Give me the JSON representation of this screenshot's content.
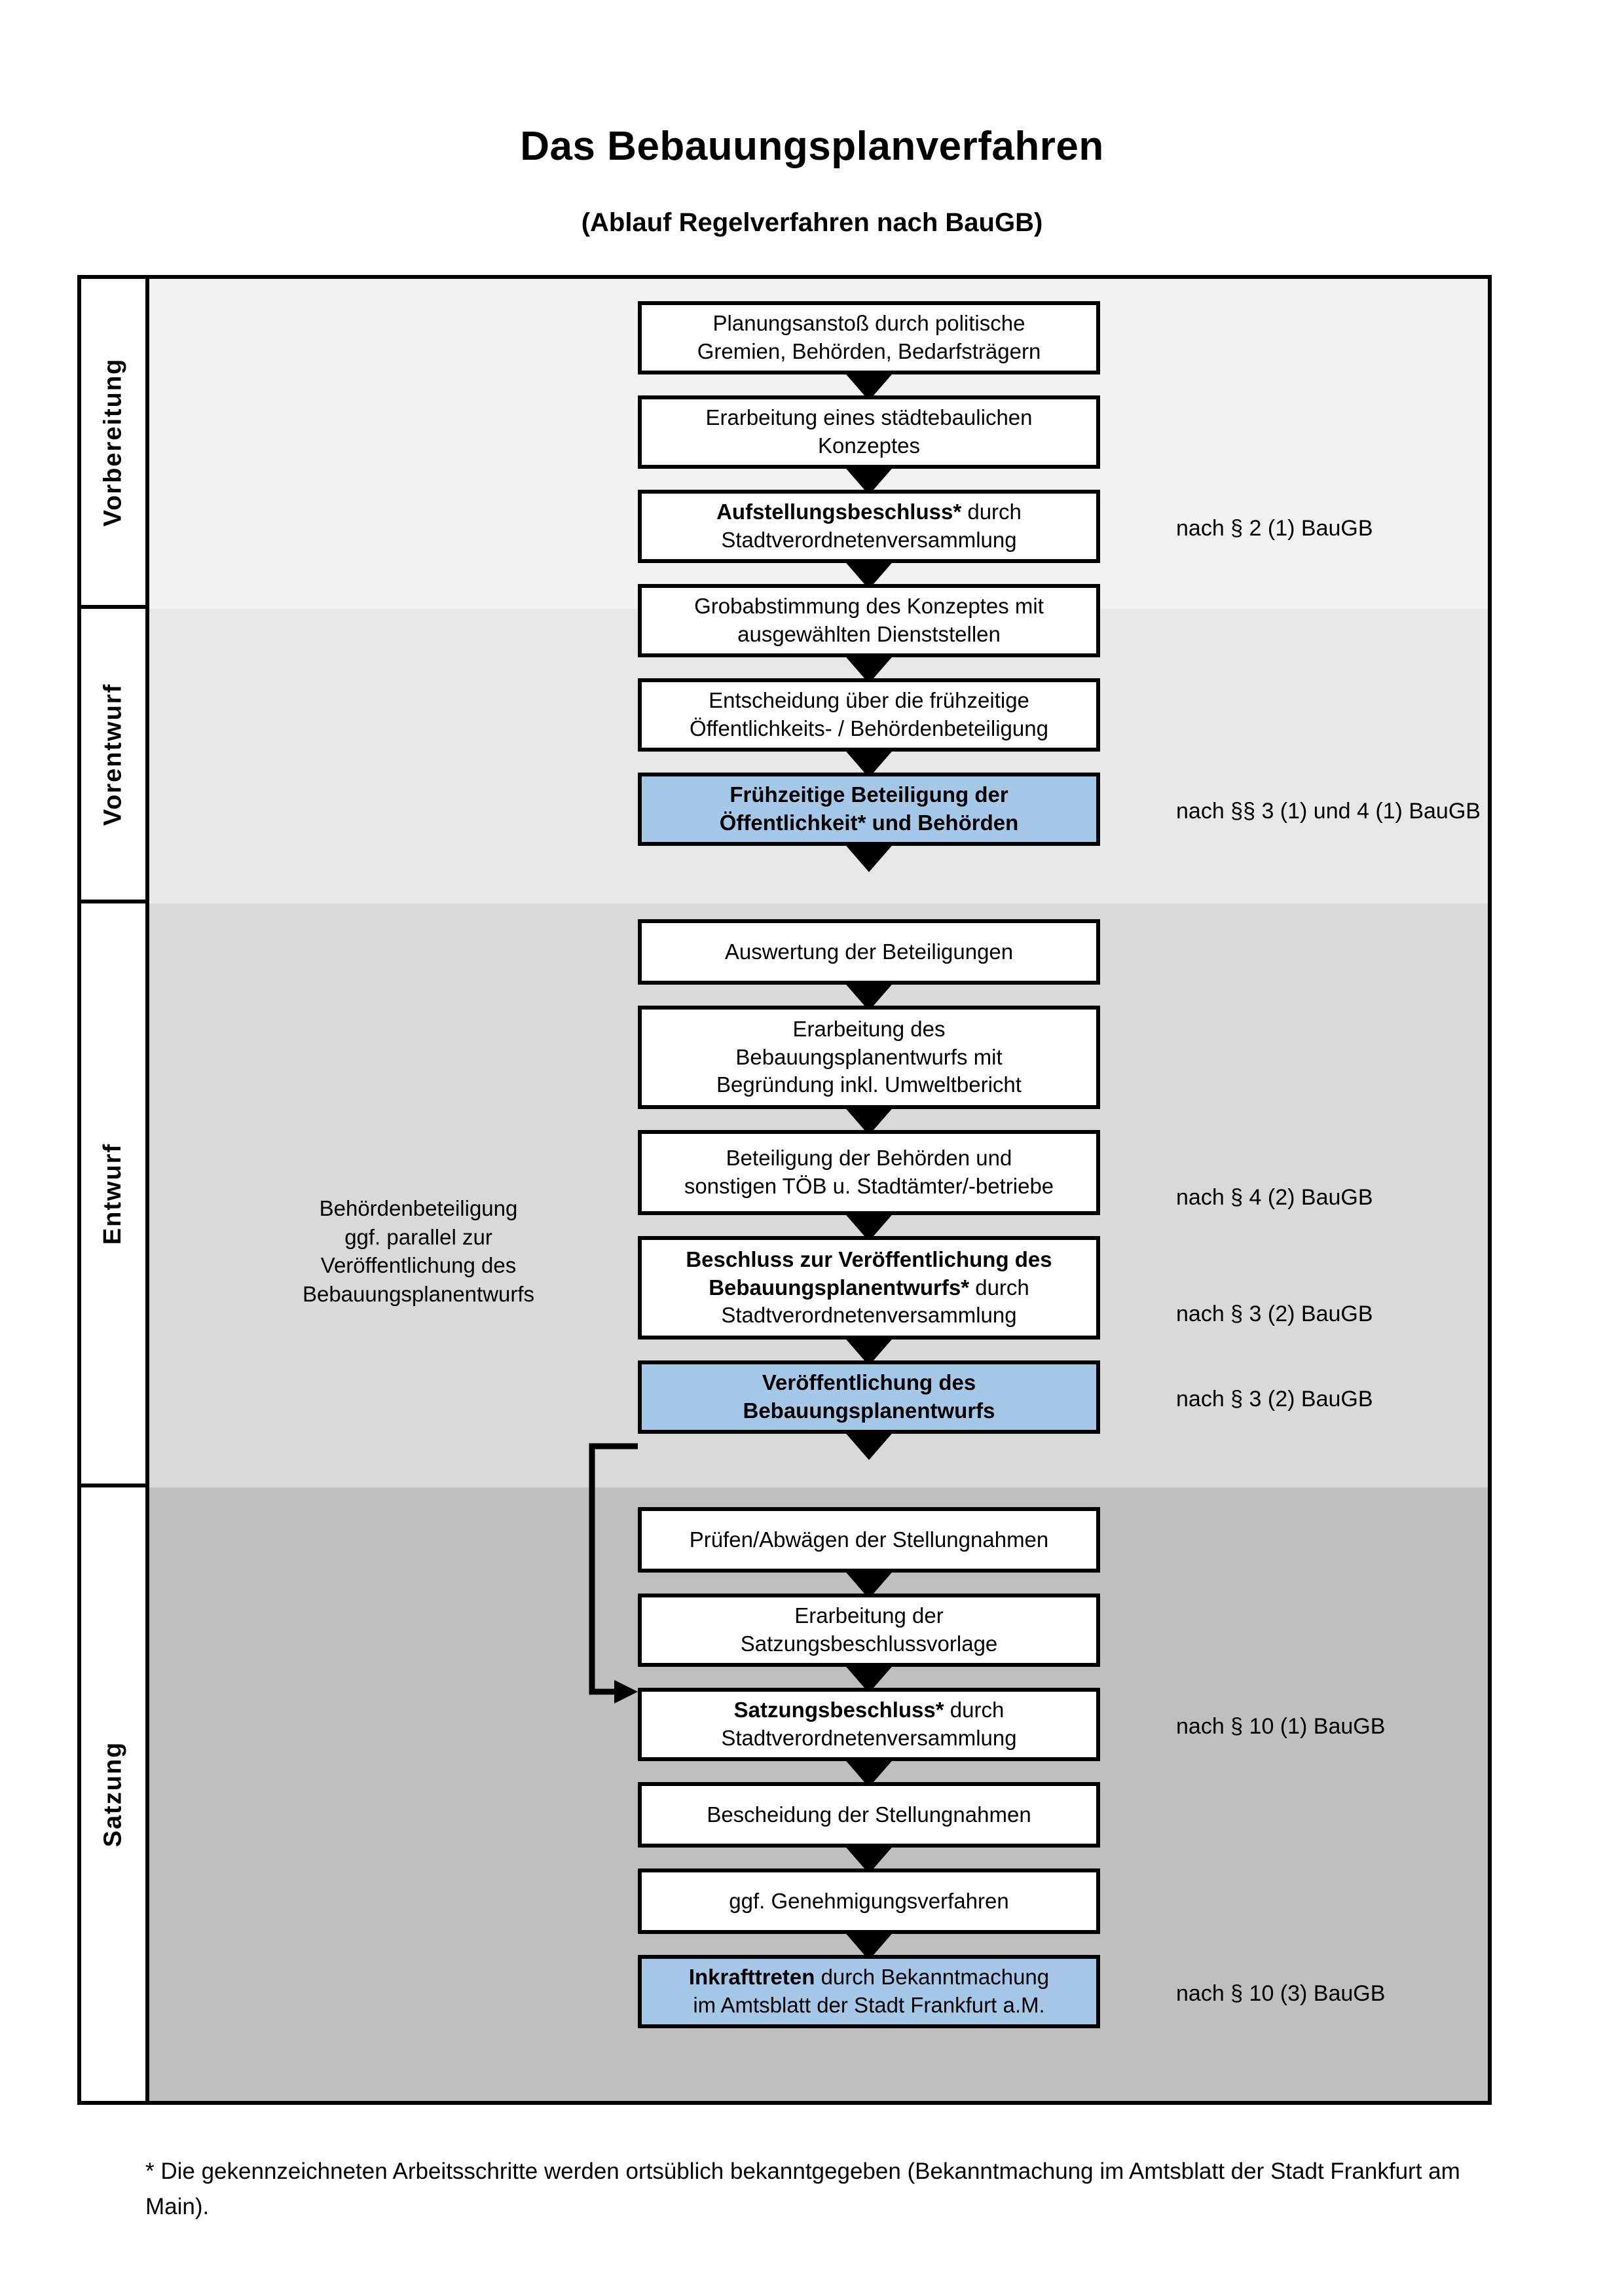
{
  "title": "Das Bebauungsplanverfahren",
  "subtitle": "(Ablauf Regelverfahren nach BauGB)",
  "colors": {
    "highlight_blue": "#a5c8e8",
    "band_vorbereitung": "#f2f2f2",
    "band_vorentwurf": "#e8e8e8",
    "band_entwurf": "#d9d9d9",
    "band_satzung": "#bfbfbf",
    "border": "#000000"
  },
  "phases": [
    {
      "label": "Vorbereitung",
      "background": "#f2f2f2"
    },
    {
      "label": "Vorentwurf",
      "background": "#e8e8e8"
    },
    {
      "label": "Entwurf",
      "background": "#d9d9d9"
    },
    {
      "label": "Satzung",
      "background": "#bfbfbf"
    }
  ],
  "steps": [
    {
      "id": "planungsanstoss",
      "phase": "Vorbereitung",
      "highlight": false,
      "text": "Planungsanstoß durch politische Gremien, Behörden, Bedarfsträgern",
      "lines": [
        "Planungsanstoß durch politische",
        "Gremien, Behörden, Bedarfsträgern"
      ],
      "bold_prefix": ""
    },
    {
      "id": "staedtebaul-konzept",
      "phase": "Vorbereitung",
      "highlight": false,
      "text": "Erarbeitung eines städtebaulichen Konzeptes",
      "lines": [
        "Erarbeitung eines städtebaulichen",
        "Konzeptes"
      ],
      "bold_prefix": ""
    },
    {
      "id": "aufstellungsbeschluss",
      "phase": "Vorbereitung",
      "highlight": false,
      "text": "Aufstellungsbeschluss* durch Stadtverordnetenversammlung",
      "lines": [
        "Aufstellungsbeschluss* durch",
        "Stadtverordnetenversammlung"
      ],
      "bold_prefix": "Aufstellungsbeschluss*"
    },
    {
      "id": "grobabstimmung",
      "phase": "Vorentwurf",
      "highlight": false,
      "text": "Grobabstimmung des Konzeptes mit ausgewählten Dienststellen",
      "lines": [
        "Grobabstimmung des Konzeptes mit",
        "ausgewählten Dienststellen"
      ],
      "bold_prefix": ""
    },
    {
      "id": "entscheidung-fruehzeitige-beteiligung",
      "phase": "Vorentwurf",
      "highlight": false,
      "text": "Entscheidung über die frühzeitige Öffentlichkeits- / Behördenbeteiligung",
      "lines": [
        "Entscheidung über die frühzeitige",
        "Öffentlichkeits- / Behördenbeteiligung"
      ],
      "bold_prefix": ""
    },
    {
      "id": "fruehzeitige-beteiligung",
      "phase": "Vorentwurf",
      "highlight": true,
      "text": "Frühzeitige Beteiligung der Öffentlichkeit* und Behörden",
      "lines": [
        "Frühzeitige Beteiligung der",
        "Öffentlichkeit* und Behörden"
      ],
      "bold_prefix": "ALL"
    },
    {
      "id": "auswertung-beteiligungen",
      "phase": "Entwurf",
      "highlight": false,
      "text": "Auswertung der Beteiligungen",
      "lines": [
        "Auswertung der Beteiligungen"
      ],
      "bold_prefix": ""
    },
    {
      "id": "erarbeitung-bplanentwurf",
      "phase": "Entwurf",
      "highlight": false,
      "text": "Erarbeitung des Bebauungsplanentwurfs mit Begründung inkl. Umweltbericht",
      "lines": [
        "Erarbeitung des",
        "Bebauungsplanentwurfs mit",
        "Begründung inkl. Umweltbericht"
      ],
      "bold_prefix": ""
    },
    {
      "id": "beteiligung-behoerden-toeb",
      "phase": "Entwurf",
      "highlight": false,
      "text": "Beteiligung der Behörden und sonstigen TÖB u. Stadtämter/-betriebe",
      "lines": [
        "Beteiligung der Behörden und",
        "sonstigen TÖB u. Stadtämter/-betriebe"
      ],
      "bold_prefix": ""
    },
    {
      "id": "beschluss-veroeffentlichung",
      "phase": "Entwurf",
      "highlight": false,
      "text": "Beschluss zur Veröffentlichung des Bebauungsplanentwurfs* durch Stadtverordnetenversammlung",
      "lines": [
        "Beschluss zur Veröffentlichung des",
        "Bebauungsplanentwurfs* durch",
        "Stadtverordnetenversammlung"
      ],
      "bold_prefix": "Beschluss zur Veröffentlichung des Bebauungsplanentwurfs*"
    },
    {
      "id": "veroeffentlichung-bplanentwurf",
      "phase": "Entwurf",
      "highlight": true,
      "text": "Veröffentlichung des Bebauungsplanentwurfs",
      "lines": [
        "Veröffentlichung des",
        "Bebauungsplanentwurfs"
      ],
      "bold_prefix": "ALL"
    },
    {
      "id": "pruefen-abwaegen",
      "phase": "Satzung",
      "highlight": false,
      "text": "Prüfen/Abwägen der Stellungnahmen",
      "lines": [
        "Prüfen/Abwägen der Stellungnahmen"
      ],
      "bold_prefix": ""
    },
    {
      "id": "erarbeitung-satzungsbeschlussvorlage",
      "phase": "Satzung",
      "highlight": false,
      "text": "Erarbeitung der Satzungsbeschlussvorlage",
      "lines": [
        "Erarbeitung der",
        "Satzungsbeschlussvorlage"
      ],
      "bold_prefix": ""
    },
    {
      "id": "satzungsbeschluss",
      "phase": "Satzung",
      "highlight": false,
      "text": "Satzungsbeschluss* durch Stadtverordnetenversammlung",
      "lines": [
        "Satzungsbeschluss* durch",
        "Stadtverordnetenversammlung"
      ],
      "bold_prefix": "Satzungsbeschluss*"
    },
    {
      "id": "bescheidung-stellungnahmen",
      "phase": "Satzung",
      "highlight": false,
      "text": "Bescheidung der Stellungnahmen",
      "lines": [
        "Bescheidung der Stellungnahmen"
      ],
      "bold_prefix": ""
    },
    {
      "id": "genehmigungsverfahren",
      "phase": "Satzung",
      "highlight": false,
      "text": "ggf. Genehmigungsverfahren",
      "lines": [
        "ggf. Genehmigungsverfahren"
      ],
      "bold_prefix": ""
    },
    {
      "id": "inkrafttreten",
      "phase": "Satzung",
      "highlight": true,
      "text": "Inkrafttreten durch Bekanntmachung im Amtsblatt der Stadt Frankfurt a.M.",
      "lines": [
        "Inkrafttreten durch Bekanntmachung",
        "im Amtsblatt der Stadt Frankfurt a.M."
      ],
      "bold_prefix": "Inkrafttreten"
    }
  ],
  "annotations": [
    {
      "id": "annot-aufstellungsbeschluss",
      "text": "nach § 2 (1) BauGB",
      "for_step": "aufstellungsbeschluss"
    },
    {
      "id": "annot-fruehzeitige",
      "text": "nach §§ 3 (1) und 4 (1) BauGB",
      "for_step": "fruehzeitige-beteiligung"
    },
    {
      "id": "annot-toeb",
      "text": "nach § 4 (2) BauGB",
      "for_step": "beteiligung-behoerden-toeb"
    },
    {
      "id": "annot-beschluss-veroeff",
      "text": "nach § 3 (2) BauGB",
      "for_step": "beschluss-veroeffentlichung"
    },
    {
      "id": "annot-veroeffentlichung",
      "text": "nach § 3 (2) BauGB",
      "for_step": "veroeffentlichung-bplanentwurf"
    },
    {
      "id": "annot-satzungsbeschluss",
      "text": "nach § 10 (1) BauGB",
      "for_step": "satzungsbeschluss"
    },
    {
      "id": "annot-inkrafttreten",
      "text": "nach § 10 (3) BauGB",
      "for_step": "inkrafttreten"
    }
  ],
  "side_note": {
    "text": "Behördenbeteiligung ggf. parallel zur Veröffentlichung des Bebauungsplanentwurfs",
    "lines": [
      "Behördenbeteiligung",
      "ggf. parallel zur",
      "Veröffentlichung des",
      "Bebauungsplanentwurfs"
    ]
  },
  "footnote": "* Die gekennzeichneten Arbeitsschritte werden ortsüblich bekanntgegeben (Bekanntmachung im Amtsblatt  der Stadt Frankfurt am Main)."
}
